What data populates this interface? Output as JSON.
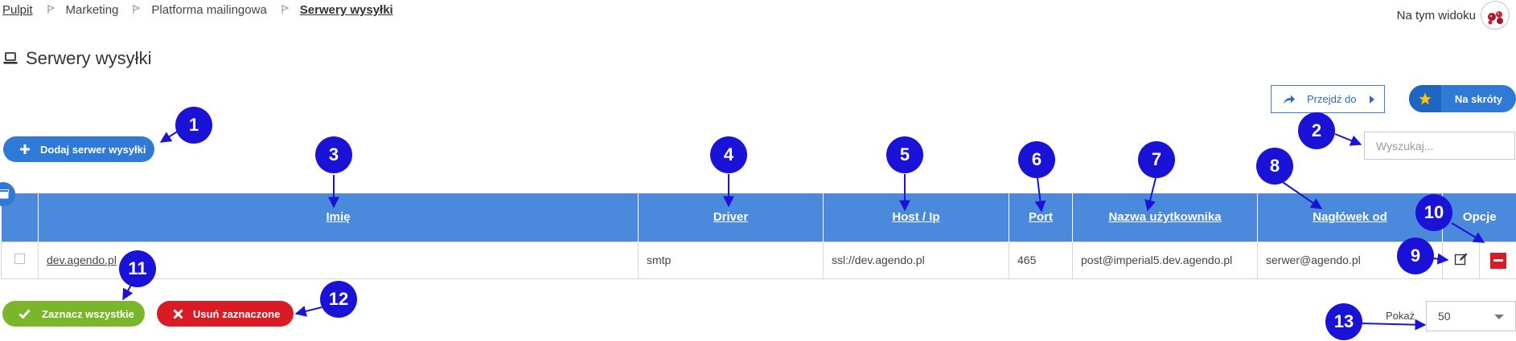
{
  "breadcrumb": [
    "Pulpit",
    "Marketing",
    "Platforma mailingowa",
    "Serwery wysyłki"
  ],
  "view_label": "Na tym widoku",
  "page_title": "Serwery wysyłki",
  "toolbar": {
    "goto_label": "Przejdź do",
    "shortcut_label": "Na skróty",
    "add_label": "Dodaj serwer wysyłki",
    "search_placeholder": "Wyszukaj..."
  },
  "table": {
    "headers": [
      "Imię",
      "Driver",
      "Host / Ip",
      "Port",
      "Nazwa użytkownika",
      "Nagłówek od",
      "Opcje"
    ],
    "rows": [
      [
        "dev.agendo.pl",
        "smtp",
        "ssl://dev.agendo.pl",
        "465",
        "post@imperial5.dev.agendo.pl",
        "serwer@agendo.pl"
      ]
    ]
  },
  "bottom": {
    "select_all_label": "Zaznacz wszystkie",
    "delete_selected_label": "Usuń zaznaczone",
    "show_label": "Pokaż",
    "page_size": "50"
  },
  "callouts": [
    "1",
    "2",
    "3",
    "4",
    "5",
    "6",
    "7",
    "8",
    "9",
    "10",
    "11",
    "12",
    "13"
  ],
  "colors": {
    "primary": "#2e7ad6",
    "header": "#4a89dc",
    "success": "#7ab62a",
    "danger": "#d91b25",
    "callout": "#1b12d8"
  }
}
